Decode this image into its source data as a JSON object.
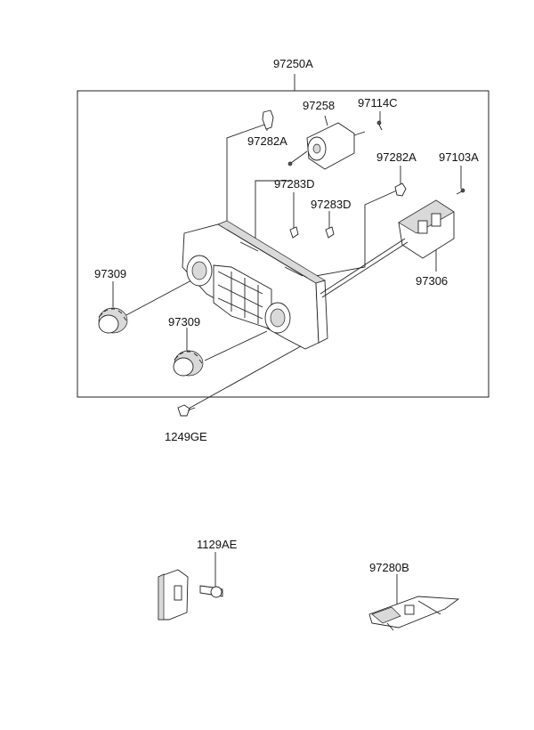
{
  "labels": {
    "assembly": "97250A",
    "actuator": "97258",
    "screw_small": "97114C",
    "cable_clip_top": "97282A",
    "cable_clip_right": "97282A",
    "screw_right": "97103A",
    "clip_d1": "97283D",
    "clip_d2": "97283D",
    "knob_left": "97309",
    "knob_center": "97309",
    "switch_module": "97306",
    "bolt": "1249GE",
    "bracket_bolt": "1129AE",
    "resistor": "97280B"
  }
}
